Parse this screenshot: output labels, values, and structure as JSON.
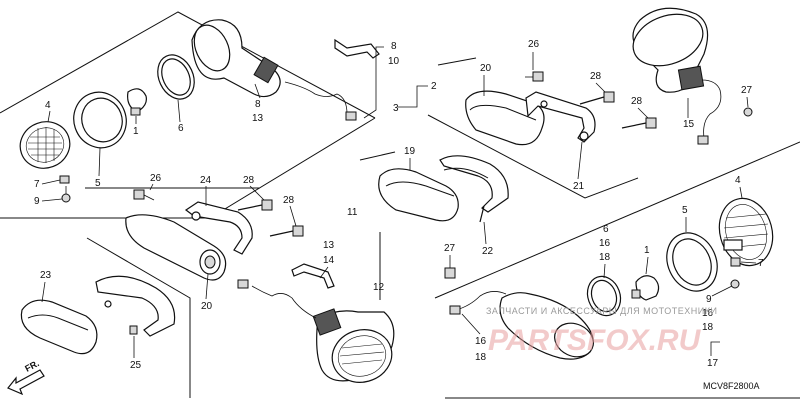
{
  "diagram_code": "MCV8F2800A",
  "watermark": {
    "line1": "ЗАПЧАСТИ И АКСЕССУАРЫ ДЛЯ МОТОТЕХНИКИ",
    "line2": "PARTSFOX.RU"
  },
  "direction_label": "FR.",
  "callouts": {
    "c1_4": "4",
    "c1_5": "5",
    "c1_7": "7",
    "c1_9": "9",
    "c1_1": "1",
    "c1_6": "6",
    "c1_8a": "8",
    "c1_13a": "13",
    "c1_8b": "8",
    "c1_10": "10",
    "c1_2": "2",
    "c1_3": "3",
    "c2_26": "26",
    "c2_20": "20",
    "c2_28a": "28",
    "c2_28b": "28",
    "c2_21": "21",
    "c2_15": "15",
    "c2_27": "27",
    "c3_19": "19",
    "c3_22": "22",
    "c3_11": "11",
    "c4_26": "26",
    "c4_24": "24",
    "c4_28a": "28",
    "c4_28b": "28",
    "c4_20": "20",
    "c4_13": "13",
    "c4_14": "14",
    "c4_12": "12",
    "c5_23": "23",
    "c5_25": "25",
    "c6_27": "27",
    "c6_6": "6",
    "c6_16a": "16",
    "c6_18a": "18",
    "c6_1": "1",
    "c6_5": "5",
    "c6_4": "4",
    "c6_7": "7",
    "c6_9": "9",
    "c6_16b": "16",
    "c6_18b": "18",
    "c6_16c": "16",
    "c6_18c": "18",
    "c6_17": "17"
  }
}
